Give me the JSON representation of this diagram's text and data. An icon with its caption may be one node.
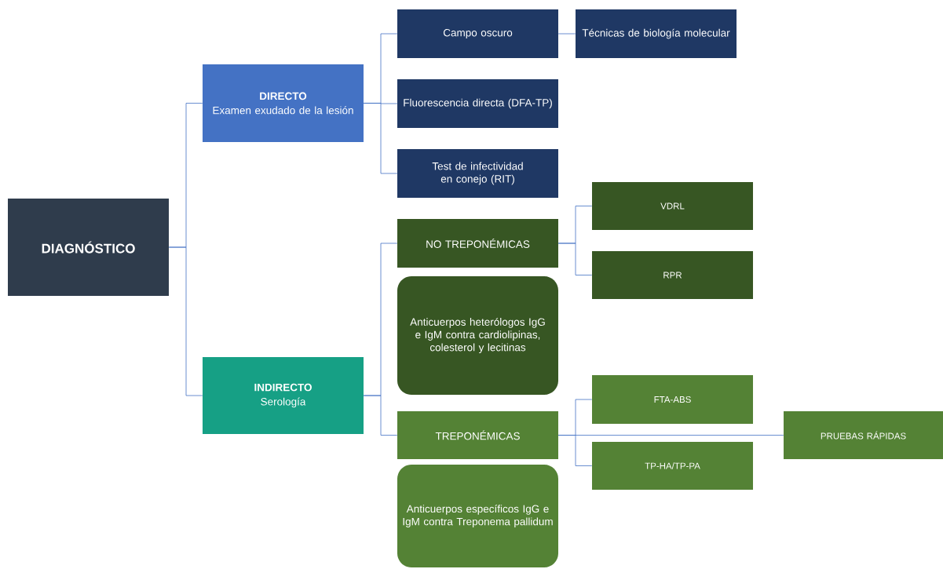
{
  "diagram": {
    "nodes": [
      {
        "text": [
          "DIAGNÓSTICO"
        ]
      },
      {
        "text": [
          "DIRECTO",
          "Examen exudado de la lesión"
        ]
      },
      {
        "text": [
          "Campo oscuro"
        ]
      },
      {
        "text": [
          "Técnicas de biología molecular"
        ]
      },
      {
        "text": [
          "Fluorescencia directa (DFA-TP)"
        ]
      },
      {
        "text": [
          "Test de infectividad en conejo (RIT)"
        ]
      },
      {
        "text": [
          "NO TREPONÉMICAS"
        ]
      },
      {
        "text": [
          "VDRL"
        ]
      },
      {
        "text": [
          "RPR"
        ]
      },
      {
        "text": [
          "Anticuerpos heterólogos IgG e IgM contra cardiolipinas, colesterol y lecitinas"
        ]
      },
      {
        "text": [
          "INDIRECTO",
          "Serología"
        ]
      },
      {
        "text": [
          "FTA-ABS"
        ]
      },
      {
        "text": [
          "TREPONÉMICAS"
        ]
      },
      {
        "text": [
          "PRUEBAS RÁPIDAS"
        ]
      },
      {
        "text": [
          "TP-HA/TP-PA"
        ]
      },
      {
        "text": [
          "Anticuerpos específicos IgG e IgM contra Treponema pallidum"
        ]
      }
    ],
    "edges": [
      {
        "from": 0,
        "to": 1,
        "arrow": "none"
      },
      {
        "from": 0,
        "to": 10,
        "arrow": "none"
      },
      {
        "from": 1,
        "to": 2,
        "arrow": "none"
      },
      {
        "from": 1,
        "to": 4,
        "arrow": "none"
      },
      {
        "from": 1,
        "to": 5,
        "arrow": "none"
      },
      {
        "from": 2,
        "to": 3,
        "arrow": "none"
      },
      {
        "from": 10,
        "to": 6,
        "arrow": "none"
      },
      {
        "from": 10,
        "to": 12,
        "arrow": "none"
      },
      {
        "from": 6,
        "to": 7,
        "arrow": "none"
      },
      {
        "from": 6,
        "to": 8,
        "arrow": "none"
      },
      {
        "from": 12,
        "to": 11,
        "arrow": "none"
      },
      {
        "from": 12,
        "to": 14,
        "arrow": "none"
      },
      {
        "from": 12,
        "to": 13,
        "arrow": "none"
      }
    ]
  }
}
